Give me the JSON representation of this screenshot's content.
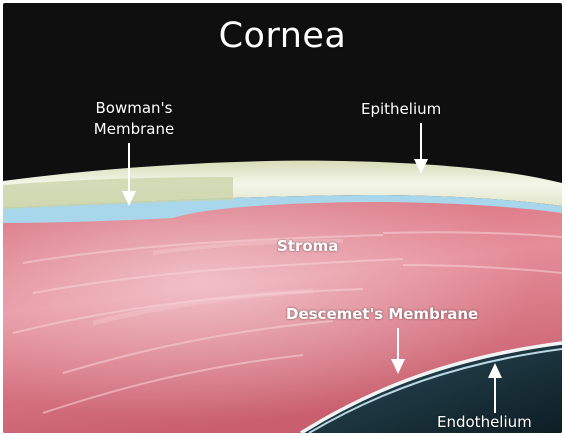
{
  "title": "Cornea",
  "labels": {
    "bowman_line1": "Bowman's",
    "bowman_line2": "Membrane",
    "epithelium": "Epithelium",
    "stroma": "Stroma",
    "descemet": "Descemet's Membrane",
    "endothelium": "Endothelium"
  },
  "colors": {
    "background": "#0f0f10",
    "epithelium": "#e8ecd6",
    "bowman": "#a8d6ea",
    "stroma": "#d9717e",
    "stroma_highlight": "#f3c2c9",
    "descemet": "#f2f4f4",
    "endothelium": "#b9d8e4",
    "anterior_chamber": "#1c3a44",
    "text": "#ffffff"
  }
}
